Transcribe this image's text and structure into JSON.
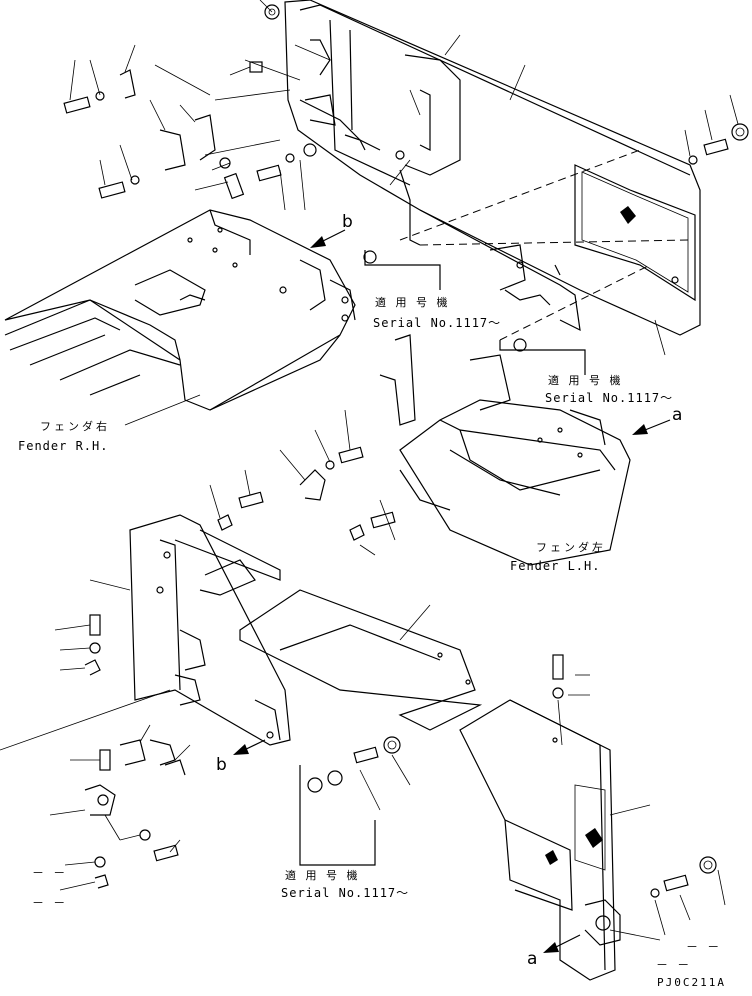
{
  "labels": {
    "serial_jp": "適 用 号 機",
    "serial_no": "Serial No.1117～",
    "fender_rh_jp": "フェンダ右",
    "fender_rh_en": "Fender R.H.",
    "fender_lh_jp": "フェンダ左",
    "fender_lh_en": "Fender L.H.",
    "callout_a": "a",
    "callout_b": "b",
    "dash_mark": "－ －",
    "drawing_code": "PJ0C211A"
  }
}
